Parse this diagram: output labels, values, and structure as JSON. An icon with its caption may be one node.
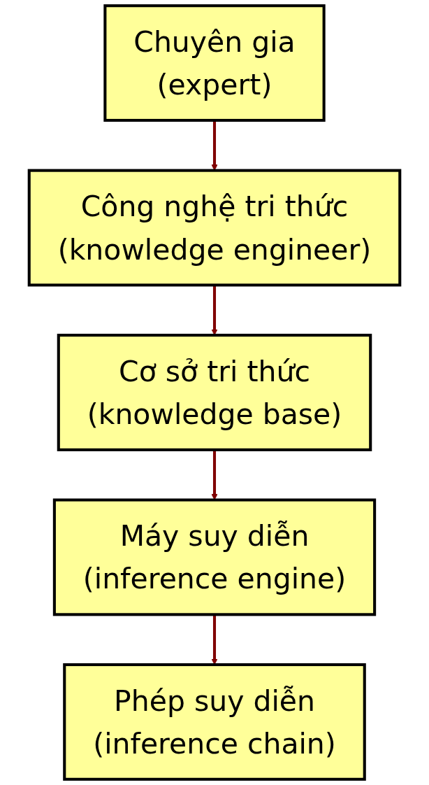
{
  "diagram": {
    "nodes": [
      {
        "text": [
          "Chuyên gia",
          "(expert)"
        ]
      },
      {
        "text": [
          "Công nghệ tri thức",
          "(knowledge engineer)"
        ]
      },
      {
        "text": [
          "Cơ sở tri thức",
          "(knowledge base)"
        ]
      },
      {
        "text": [
          "Máy suy diễn",
          "(inference engine)"
        ]
      },
      {
        "text": [
          "Phép suy diễn",
          "(inference chain)"
        ]
      }
    ],
    "edges": [
      {
        "from": 0,
        "to": 1,
        "arrow": "to"
      },
      {
        "from": 1,
        "to": 2,
        "arrow": "to"
      },
      {
        "from": 2,
        "to": 3,
        "arrow": "to"
      },
      {
        "from": 3,
        "to": 4,
        "arrow": "to"
      }
    ]
  }
}
